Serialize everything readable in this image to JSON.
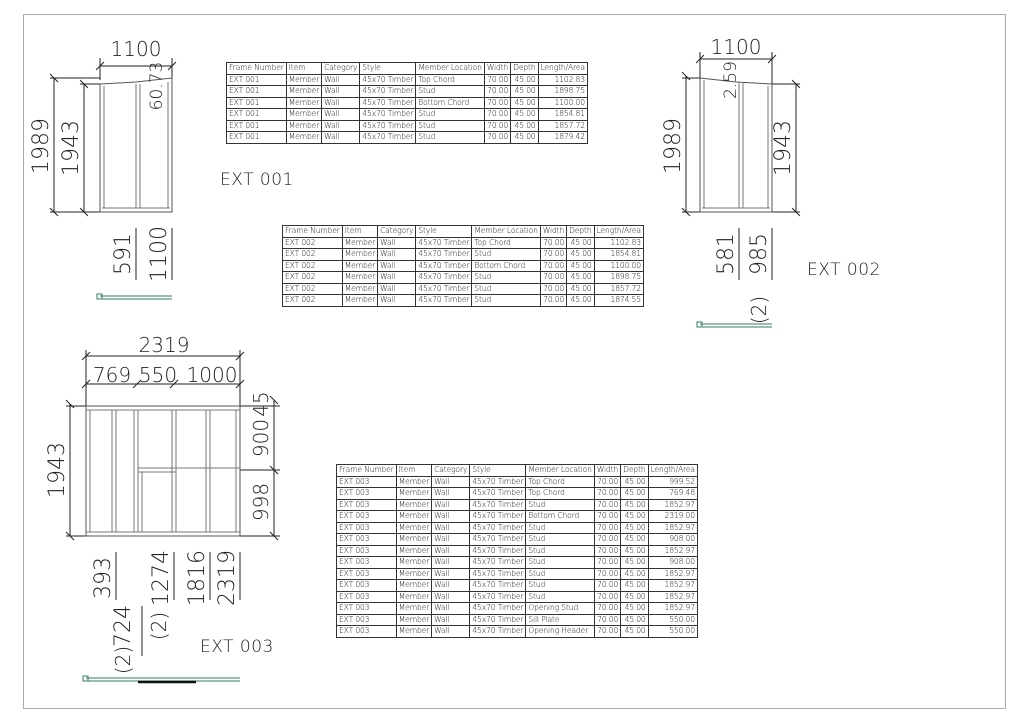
{
  "colors": {
    "line": "#222222",
    "frame": "#444444",
    "border": "#aaaaaa",
    "marker": "#2f7d60"
  },
  "frames": [
    {
      "label": "EXT 001",
      "dims": {
        "top_width": "1100",
        "top_gap": "60.73",
        "left_outer": "1989",
        "left_inner": "1943",
        "bottom_a": "591",
        "bottom_b": "1100"
      },
      "columns": [
        "Frame Number",
        "Item",
        "Category",
        "Style",
        "Member Location",
        "Width",
        "Depth",
        "Length/Area"
      ],
      "rows": [
        [
          "EXT 001",
          "Member",
          "Wall",
          "45x70 Timber",
          "Top Chord",
          "70.00",
          "45.00",
          "1102.83"
        ],
        [
          "EXT 001",
          "Member",
          "Wall",
          "45x70 Timber",
          "Stud",
          "70.00",
          "45.00",
          "1898.75"
        ],
        [
          "EXT 001",
          "Member",
          "Wall",
          "45x70 Timber",
          "Bottom Chord",
          "70.00",
          "45.00",
          "1100.00"
        ],
        [
          "EXT 001",
          "Member",
          "Wall",
          "45x70 Timber",
          "Stud",
          "70.00",
          "45.00",
          "1854.81"
        ],
        [
          "EXT 001",
          "Member",
          "Wall",
          "45x70 Timber",
          "Stud",
          "70.00",
          "45.00",
          "1857.72"
        ],
        [
          "EXT 001",
          "Member",
          "Wall",
          "45x70 Timber",
          "Stud",
          "70.00",
          "45.00",
          "1879.42"
        ]
      ]
    },
    {
      "label": "EXT 002",
      "dims": {
        "top_width": "1100",
        "top_gap": "2.59",
        "left_outer": "1989",
        "right_inner": "1943",
        "bottom_a": "581",
        "bottom_b": "985",
        "bottom_count": "(2)"
      },
      "columns": [
        "Frame Number",
        "Item",
        "Category",
        "Style",
        "Member Location",
        "Width",
        "Depth",
        "Length/Area"
      ],
      "rows": [
        [
          "EXT 002",
          "Member",
          "Wall",
          "45x70 Timber",
          "Top Chord",
          "70.00",
          "45.00",
          "1102.83"
        ],
        [
          "EXT 002",
          "Member",
          "Wall",
          "45x70 Timber",
          "Stud",
          "70.00",
          "45.00",
          "1854.81"
        ],
        [
          "EXT 002",
          "Member",
          "Wall",
          "45x70 Timber",
          "Bottom Chord",
          "70.00",
          "45.00",
          "1100.00"
        ],
        [
          "EXT 002",
          "Member",
          "Wall",
          "45x70 Timber",
          "Stud",
          "70.00",
          "45.00",
          "1898.75"
        ],
        [
          "EXT 002",
          "Member",
          "Wall",
          "45x70 Timber",
          "Stud",
          "70.00",
          "45.00",
          "1857.72"
        ],
        [
          "EXT 002",
          "Member",
          "Wall",
          "45x70 Timber",
          "Stud",
          "70.00",
          "45.00",
          "1874.55"
        ]
      ]
    },
    {
      "label": "EXT 003",
      "dims": {
        "top_total": "2319",
        "top_seg_a": "769",
        "top_seg_b": "550",
        "top_seg_c": "1000",
        "left": "1943",
        "right_top": "900",
        "right_gap": "45",
        "right_bottom": "998",
        "bottom_a": "393",
        "bottom_b": "724",
        "bottom_c": "1274",
        "bottom_d": "1816",
        "bottom_e": "2319",
        "count_a": "(2)",
        "count_b": "(2)"
      },
      "columns": [
        "Frame Number",
        "Item",
        "Category",
        "Style",
        "Member Location",
        "Width",
        "Depth",
        "Length/Area"
      ],
      "rows": [
        [
          "EXT 003",
          "Member",
          "Wall",
          "45x70 Timber",
          "Top Chord",
          "70.00",
          "45.00",
          "999.52"
        ],
        [
          "EXT 003",
          "Member",
          "Wall",
          "45x70 Timber",
          "Top Chord",
          "70.00",
          "45.00",
          "769.48"
        ],
        [
          "EXT 003",
          "Member",
          "Wall",
          "45x70 Timber",
          "Stud",
          "70.00",
          "45.00",
          "1852.97"
        ],
        [
          "EXT 003",
          "Member",
          "Wall",
          "45x70 Timber",
          "Bottom Chord",
          "70.00",
          "45.00",
          "2319.00"
        ],
        [
          "EXT 003",
          "Member",
          "Wall",
          "45x70 Timber",
          "Stud",
          "70.00",
          "45.00",
          "1852.97"
        ],
        [
          "EXT 003",
          "Member",
          "Wall",
          "45x70 Timber",
          "Stud",
          "70.00",
          "45.00",
          "908.00"
        ],
        [
          "EXT 003",
          "Member",
          "Wall",
          "45x70 Timber",
          "Stud",
          "70.00",
          "45.00",
          "1852.97"
        ],
        [
          "EXT 003",
          "Member",
          "Wall",
          "45x70 Timber",
          "Stud",
          "70.00",
          "45.00",
          "908.00"
        ],
        [
          "EXT 003",
          "Member",
          "Wall",
          "45x70 Timber",
          "Stud",
          "70.00",
          "45.00",
          "1852.97"
        ],
        [
          "EXT 003",
          "Member",
          "Wall",
          "45x70 Timber",
          "Stud",
          "70.00",
          "45.00",
          "1852.97"
        ],
        [
          "EXT 003",
          "Member",
          "Wall",
          "45x70 Timber",
          "Stud",
          "70.00",
          "45.00",
          "1852.97"
        ],
        [
          "EXT 003",
          "Member",
          "Wall",
          "45x70 Timber",
          "Opening Stud",
          "70.00",
          "45.00",
          "1852.97"
        ],
        [
          "EXT 003",
          "Member",
          "Wall",
          "45x70 Timber",
          "Sill Plate",
          "70.00",
          "45.00",
          "550.00"
        ],
        [
          "EXT 003",
          "Member",
          "Wall",
          "45x70 Timber",
          "Opening Header",
          "70.00",
          "45.00",
          "550.00"
        ]
      ]
    }
  ]
}
